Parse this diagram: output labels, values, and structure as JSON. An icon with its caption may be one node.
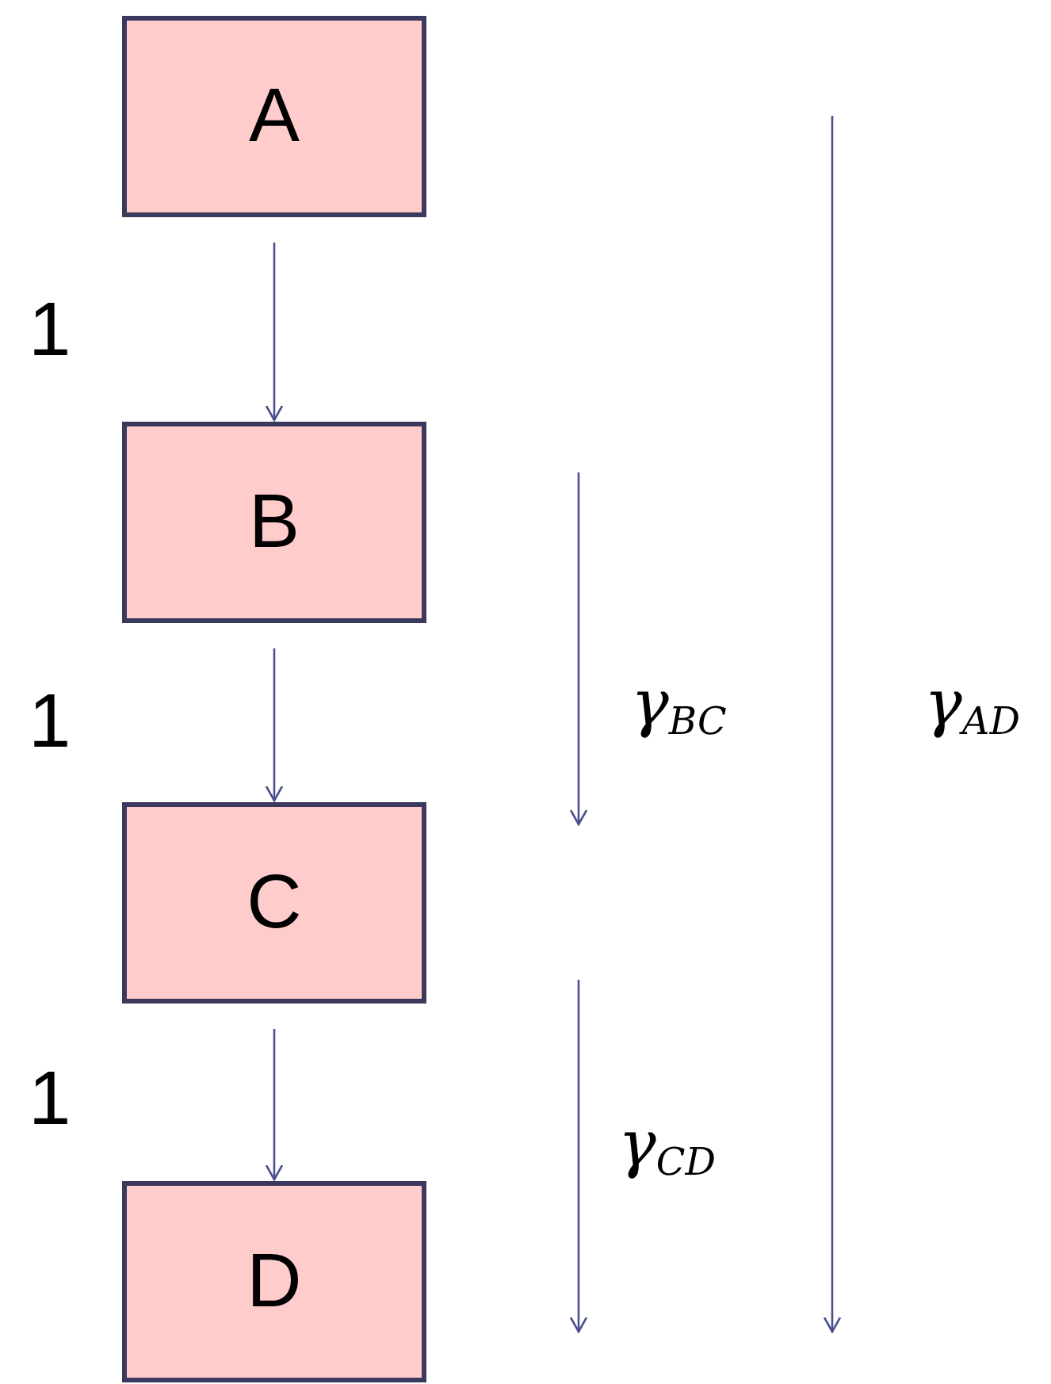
{
  "diagram": {
    "nodes": [
      {
        "text": [
          "A"
        ]
      },
      {
        "text": [
          "B"
        ]
      },
      {
        "text": [
          "C"
        ]
      },
      {
        "text": [
          "D"
        ]
      }
    ],
    "edges": [
      {
        "from": 0,
        "to": 1,
        "arrow": "to",
        "label": "1"
      },
      {
        "from": 1,
        "to": 2,
        "arrow": "to",
        "label": "1"
      },
      {
        "from": 2,
        "to": 3,
        "arrow": "to",
        "label": "1"
      }
    ],
    "labels": [
      "γ$_{BC}$",
      "γ$_{CD}$",
      "γ$_{AD}$"
    ]
  }
}
